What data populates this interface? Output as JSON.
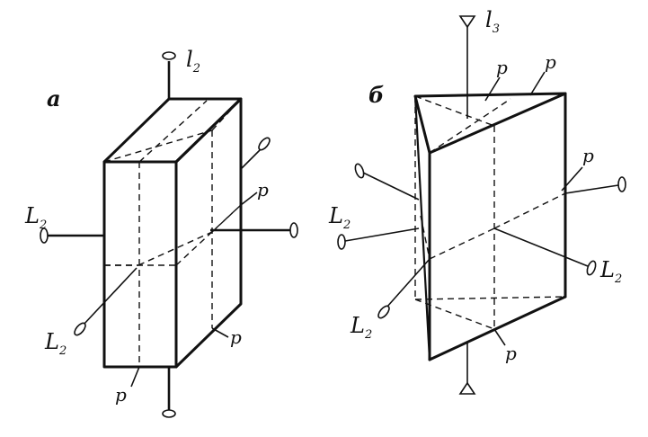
{
  "figure_a": {
    "panel_label": "а",
    "axis_L2": {
      "main": "L",
      "sub": "2"
    },
    "axis_l2_top": {
      "main": "l",
      "sub": "2"
    },
    "axis_l2_bottom": {
      "main": "L",
      "sub": "2"
    },
    "plane_p_right": "p",
    "plane_p_lower_right": "p",
    "plane_p_bottom": "p"
  },
  "figure_b": {
    "panel_label": "б",
    "axis_l3": {
      "main": "l",
      "sub": "3"
    },
    "axis_L2_left": {
      "main": "L",
      "sub": "2"
    },
    "axis_L2_right": {
      "main": "L",
      "sub": "2"
    },
    "axis_L2_bottom": {
      "main": "L",
      "sub": "2"
    },
    "plane_p_top_left": "p",
    "plane_p_top_right": "p",
    "plane_p_right": "p",
    "plane_p_bottom": "p"
  }
}
